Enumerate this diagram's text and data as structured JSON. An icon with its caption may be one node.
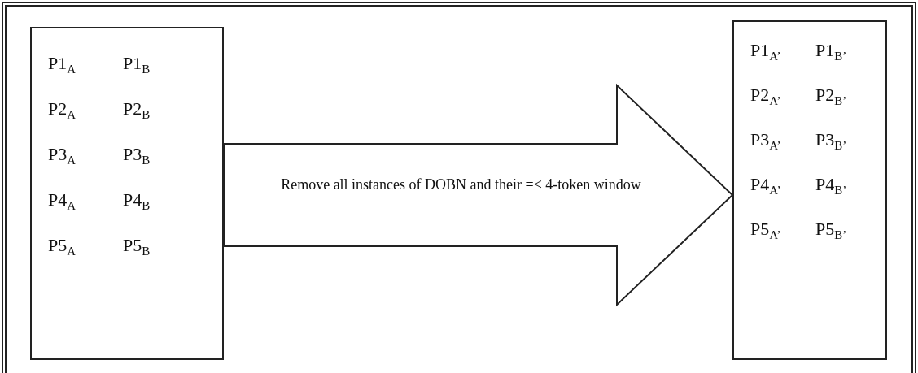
{
  "diagram": {
    "nodes": [
      {
        "text": [
          "P1$_{A}$",
          "P1$_{B}$",
          "P2$_{A}$",
          "P2$_{B}$",
          "P3$_{A}$",
          "P3$_{B}$",
          "P4$_{A}$",
          "P4$_{B}$",
          "P5$_{A}$",
          "P5$_{B}$"
        ]
      },
      {
        "text": [
          "P1$_{A’}$",
          "P1$_{B’}$",
          "P2$_{A’}$",
          "P2$_{B’}$",
          "P3$_{A’}$",
          "P3$_{B’}$",
          "P4$_{A’}$",
          "P4$_{B’}$",
          "P5$_{A’}$",
          "P5$_{B’}$"
        ]
      }
    ],
    "edges": [
      {
        "from": 0,
        "to": 1,
        "arrow": "to",
        "label": "Remove all instances of DOBN and their =< 4-token window"
      }
    ]
  }
}
